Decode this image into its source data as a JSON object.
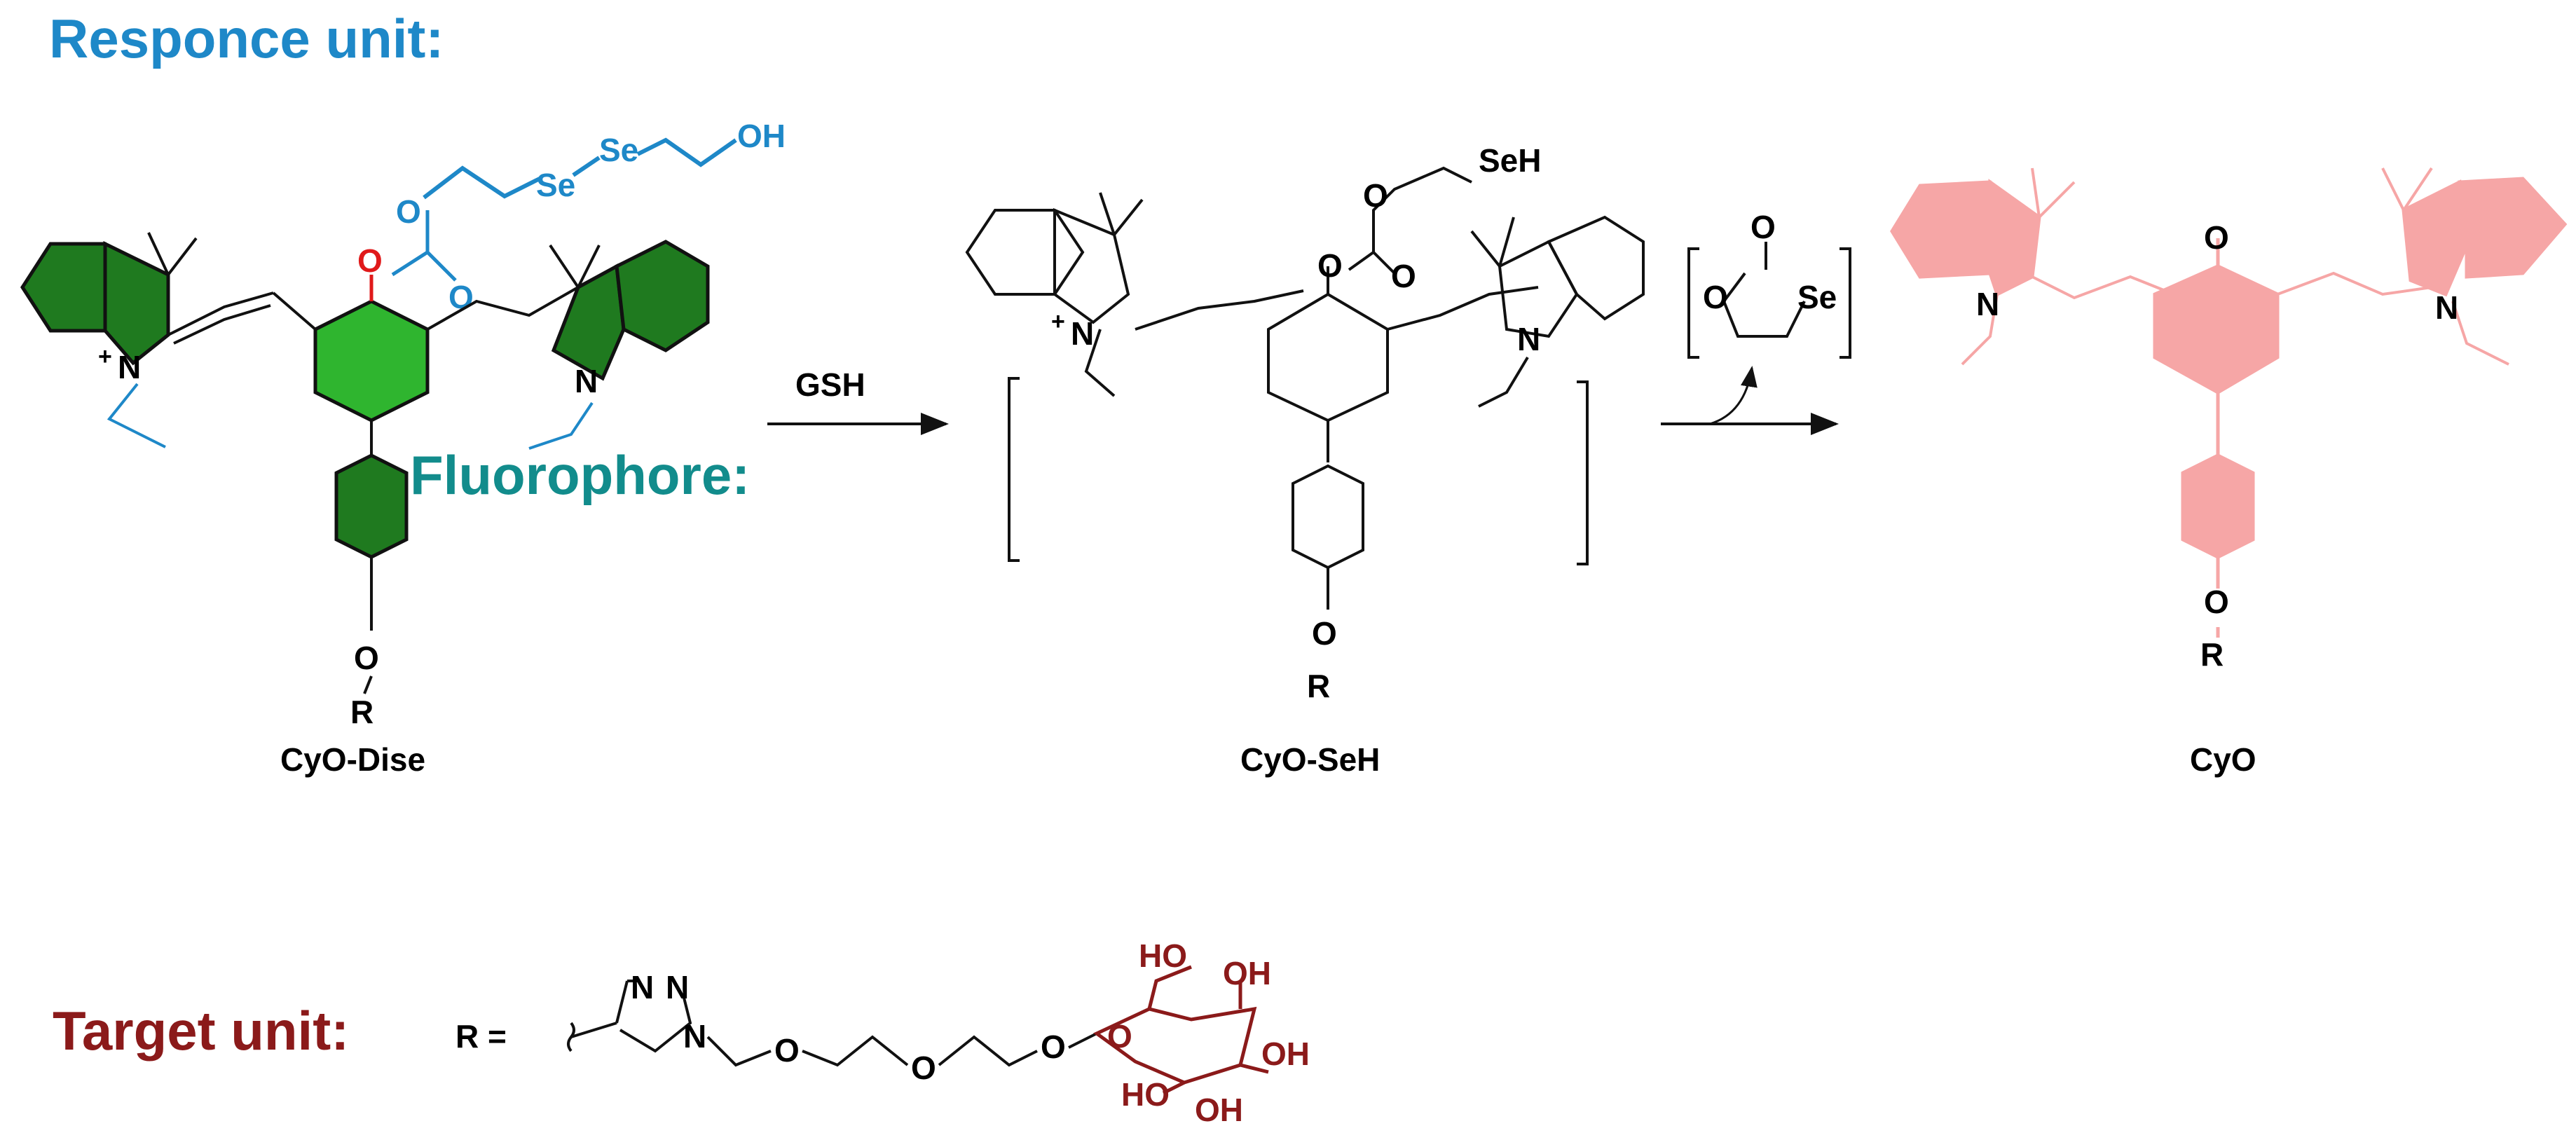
{
  "headings": {
    "response": "Responce unit:",
    "fluorophore": "Fluorophore:",
    "target": "Target unit:"
  },
  "compounds": {
    "dise": "CyO-Dise",
    "seh": "CyO-SeH",
    "cyo": "CyO"
  },
  "reagent": "GSH",
  "atoms": {
    "N": "N",
    "O": "O",
    "Se": "Se",
    "SeH": "SeH",
    "OH": "OH",
    "HO": "HO",
    "R": "R",
    "R_eq": "R =",
    "plus": "+"
  },
  "colors": {
    "response_blue": "#1e88c8",
    "fluorophore_teal": "#128c8c",
    "target_red": "#8b1a1a",
    "ring_green_dark": "#1f7a1f",
    "ring_green_light": "#2fb52f",
    "product_pink": "#f6a6a6",
    "oxygen_red": "#e0191a",
    "ink": "#111111"
  }
}
